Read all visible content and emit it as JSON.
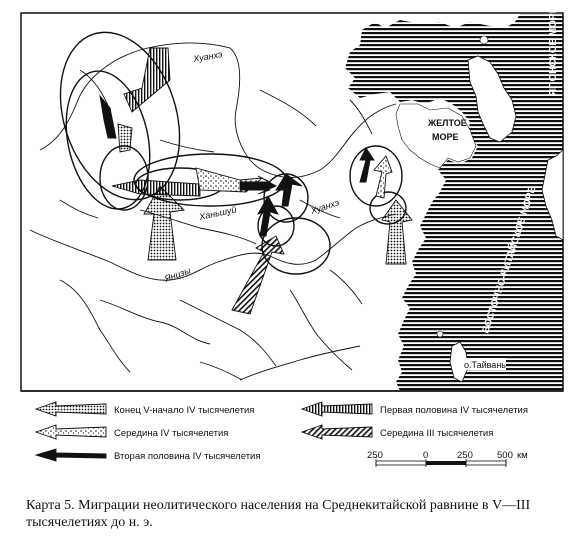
{
  "map": {
    "labels": {
      "huanghe_north": "Хуанхэ",
      "huanghe_east": "Хуанхэ",
      "hanshui": "Ханьшуй",
      "yangtze": "Янцзы",
      "yellow_sea": "ЖЕЛТОЕ МОРЕ",
      "yellow_sea_line1": "ЖЕЛТОЕ",
      "yellow_sea_line2": "МОРЕ",
      "japan_sea": "ЯПОНСКОЕ МОРЕ",
      "east_china_sea": "ВОСТОЧНО-КИТАЙСКОЕ МОРЕ",
      "taiwan": "о.Тайвань"
    },
    "colors": {
      "ink": "#111111",
      "sea_hatch": "#111111",
      "background": "#ffffff"
    }
  },
  "legend": {
    "items": [
      {
        "id": "late-v",
        "label": "Конец V-начало IV тысячелетия",
        "pattern": "dotted"
      },
      {
        "id": "mid-iv",
        "label": "Середина IV тысячелетия",
        "pattern": "speckled"
      },
      {
        "id": "late-iv",
        "label": "Вторая половина IV тысячелетия",
        "pattern": "solid"
      },
      {
        "id": "early-iv",
        "label": "Первая половина IV тысячелетия",
        "pattern": "vertical-hatch"
      },
      {
        "id": "mid-iii",
        "label": "Середина III тысячелетия",
        "pattern": "diagonal-hatch"
      }
    ],
    "scale": {
      "ticks": [
        "250",
        "0",
        "250",
        "500"
      ],
      "unit": "км"
    }
  },
  "caption": "Карта 5. Миграции неолитического населения на Среднекитайской равнине в V—III тысячелетиях до н. э."
}
